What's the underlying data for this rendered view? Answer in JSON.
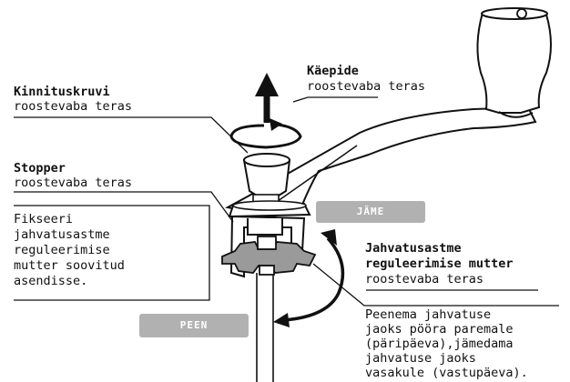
{
  "labels": {
    "kinnituskruvi": {
      "title": "Kinnituskruvi",
      "sub": "roostevaba teras"
    },
    "kaepide": {
      "title": "Käepide",
      "sub": "roostevaba teras"
    },
    "stopper": {
      "title": "Stopper",
      "sub": "roostevaba teras"
    },
    "fikseeri": [
      "Fikseeri",
      "jahvatusastme",
      "reguleerimise",
      "mutter soovitud",
      "asendisse."
    ],
    "mutter": {
      "title_1": "Jahvatusastme",
      "title_2": "reguleerimise mutter",
      "sub": "roostevaba teras"
    },
    "peenema": [
      "Peenema jahvatuse",
      "jaoks pööra paremale",
      "(päripäeva),jämedama",
      "jahvatuse jaoks",
      "vasakule (vastupäeva)."
    ]
  },
  "tags": {
    "coarse": "JÄME",
    "fine": "PEEN"
  },
  "colors": {
    "line": "#111111",
    "tag": "#b1b1b1",
    "nut": "#9a9a9a"
  }
}
